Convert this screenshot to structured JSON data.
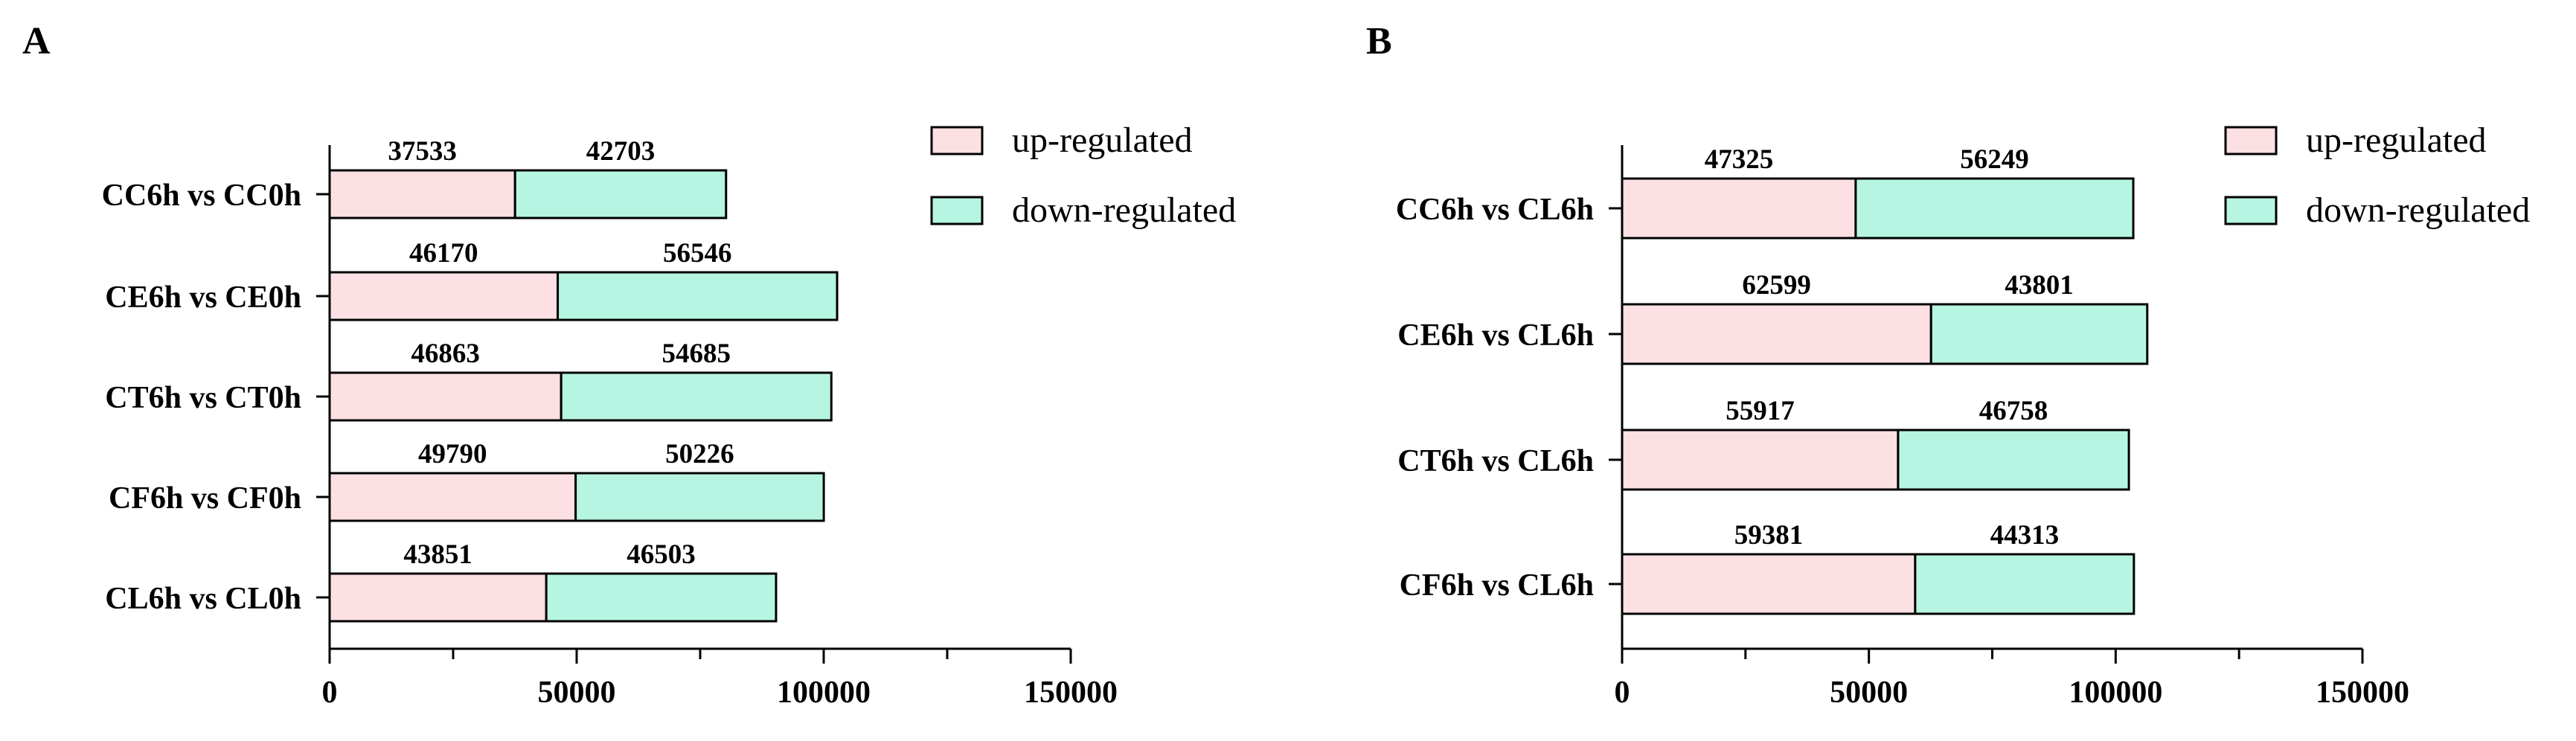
{
  "chart_data": [
    {
      "panel": "A",
      "type": "bar",
      "orientation": "horizontal",
      "stacked": true,
      "categories": [
        "CC6h vs CC0h",
        "CE6h vs CE0h",
        "CT6h vs CT0h",
        "CF6h vs CF0h",
        "CL6h vs CL0h"
      ],
      "series": [
        {
          "name": "up-regulated",
          "color": "#fde0e3",
          "values": [
            37533,
            46170,
            46863,
            49790,
            43851
          ]
        },
        {
          "name": "down-regulated",
          "color": "#b6f5e1",
          "values": [
            42703,
            56546,
            54685,
            50226,
            46503
          ]
        }
      ],
      "xlim": [
        0,
        150000
      ],
      "xticks": [
        "0",
        "50000",
        "100000",
        "150000"
      ],
      "grid": false,
      "legend": "top-right"
    },
    {
      "panel": "B",
      "type": "bar",
      "orientation": "horizontal",
      "stacked": true,
      "categories": [
        "CC6h vs CL6h",
        "CE6h vs CL6h",
        "CT6h vs CL6h",
        "CF6h vs CL6h"
      ],
      "series": [
        {
          "name": "up-regulated",
          "color": "#fde0e3",
          "values": [
            47325,
            62599,
            55917,
            59381
          ]
        },
        {
          "name": "down-regulated",
          "color": "#b6f5e1",
          "values": [
            56249,
            43801,
            46758,
            44313
          ]
        }
      ],
      "xlim": [
        0,
        150000
      ],
      "xticks": [
        "0",
        "50000",
        "100000",
        "150000"
      ],
      "grid": false,
      "legend": "top-right"
    }
  ]
}
